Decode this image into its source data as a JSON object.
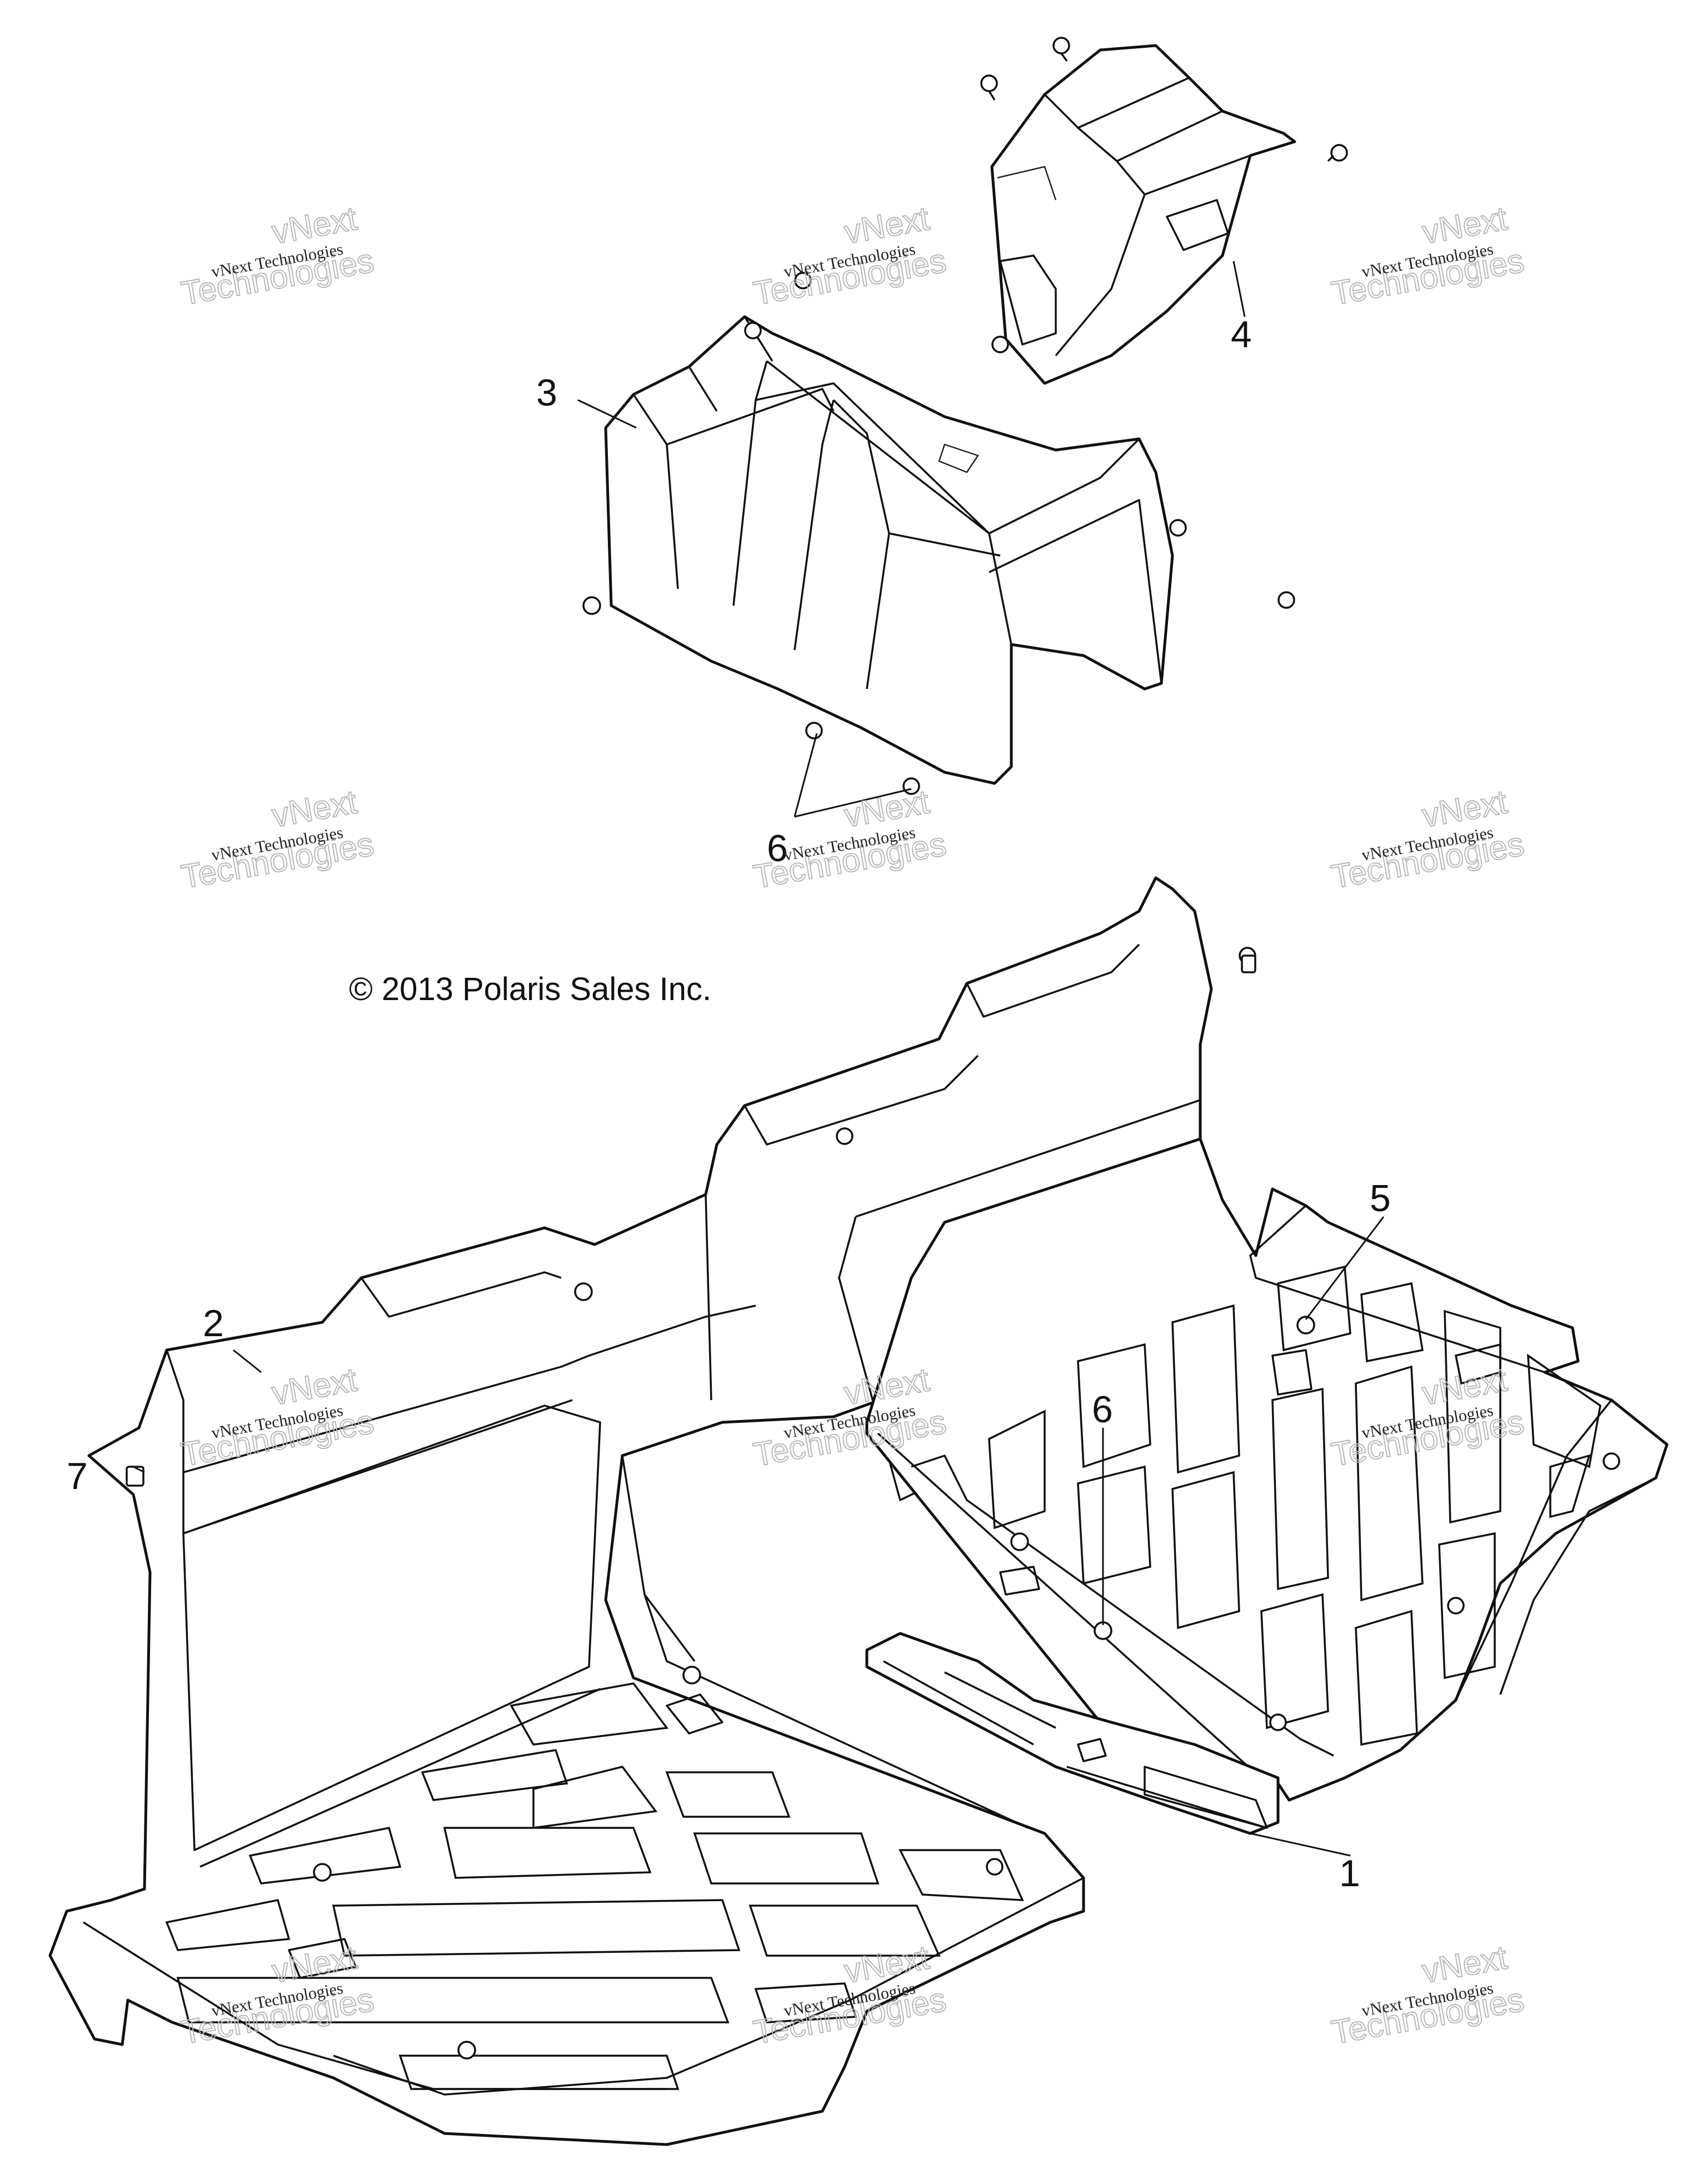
{
  "copyright": "© 2013 Polaris Sales Inc.",
  "watermark": {
    "label": "vNext Technologies",
    "big_line1": "vNext",
    "big_line2": "Technologies"
  },
  "callouts": {
    "c1": "1",
    "c2": "2",
    "c3": "3",
    "c4": "4",
    "c5": "5",
    "c6a": "6",
    "c6b": "6",
    "c7": "7"
  }
}
